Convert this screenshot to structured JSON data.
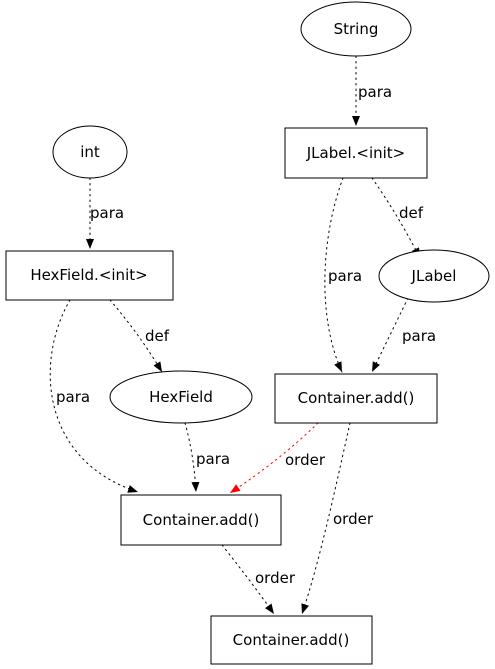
{
  "colors": {
    "default": "#000000",
    "highlight": "#ff0000",
    "background": "#ffffff"
  },
  "nodes": {
    "string": "String",
    "jlabel_init": "JLabel.<init>",
    "int": "int",
    "hexfield_init": "HexField.<init>",
    "jlabel": "JLabel",
    "hexfield": "HexField",
    "container_add_right": "Container.add()",
    "container_add_mid": "Container.add()",
    "container_add_bottom": "Container.add()"
  },
  "edges": [
    {
      "from": "string",
      "to": "jlabel_init",
      "label": "para",
      "color": "default"
    },
    {
      "from": "int",
      "to": "hexfield_init",
      "label": "para",
      "color": "default"
    },
    {
      "from": "jlabel_init",
      "to": "jlabel",
      "label": "def",
      "color": "default"
    },
    {
      "from": "jlabel_init",
      "to": "container_add_right",
      "label": "para",
      "color": "default"
    },
    {
      "from": "jlabel",
      "to": "container_add_right",
      "label": "para",
      "color": "default"
    },
    {
      "from": "hexfield_init",
      "to": "hexfield",
      "label": "def",
      "color": "default"
    },
    {
      "from": "hexfield_init",
      "to": "container_add_mid",
      "label": "para",
      "color": "default"
    },
    {
      "from": "hexfield",
      "to": "container_add_mid",
      "label": "para",
      "color": "default"
    },
    {
      "from": "container_add_right",
      "to": "container_add_mid",
      "label": "order",
      "color": "highlight"
    },
    {
      "from": "container_add_mid",
      "to": "container_add_bottom",
      "label": "order",
      "color": "default"
    },
    {
      "from": "container_add_right",
      "to": "container_add_bottom",
      "label": "order",
      "color": "default"
    }
  ]
}
